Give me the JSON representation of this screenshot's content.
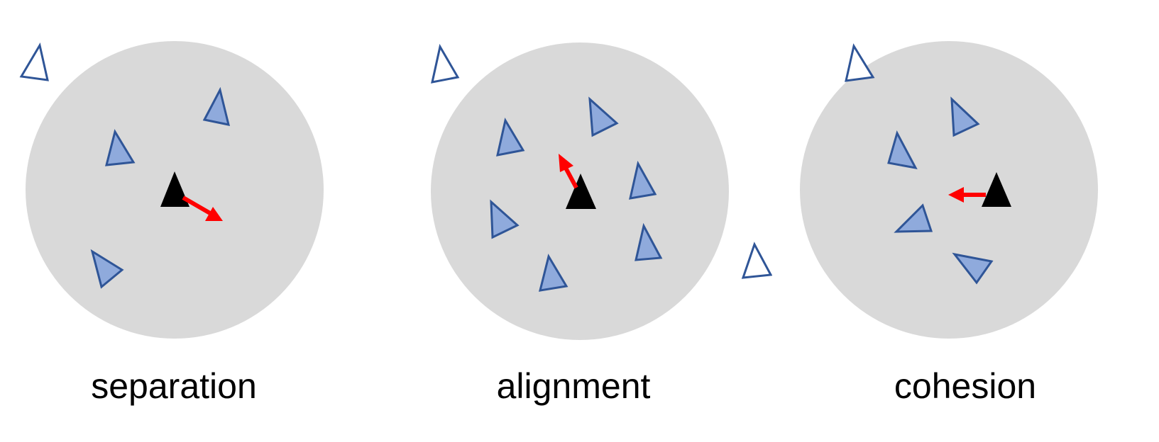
{
  "colors": {
    "background": "#ffffff",
    "neighborhood": "#d9d9d9",
    "neighbor_fill": "#8faadc",
    "neighbor_stroke": "#2f5597",
    "outside_fill": "#ffffff",
    "focal_boid": "#000000",
    "steer_arrow": "#ff0000"
  },
  "panels": [
    {
      "id": "separation",
      "caption": "separation",
      "steer_arrow_icon": "steer-away-arrow-icon"
    },
    {
      "id": "alignment",
      "caption": "alignment",
      "steer_arrow_icon": "steer-align-arrow-icon"
    },
    {
      "id": "cohesion",
      "caption": "cohesion",
      "steer_arrow_icon": "steer-toward-arrow-icon"
    }
  ]
}
